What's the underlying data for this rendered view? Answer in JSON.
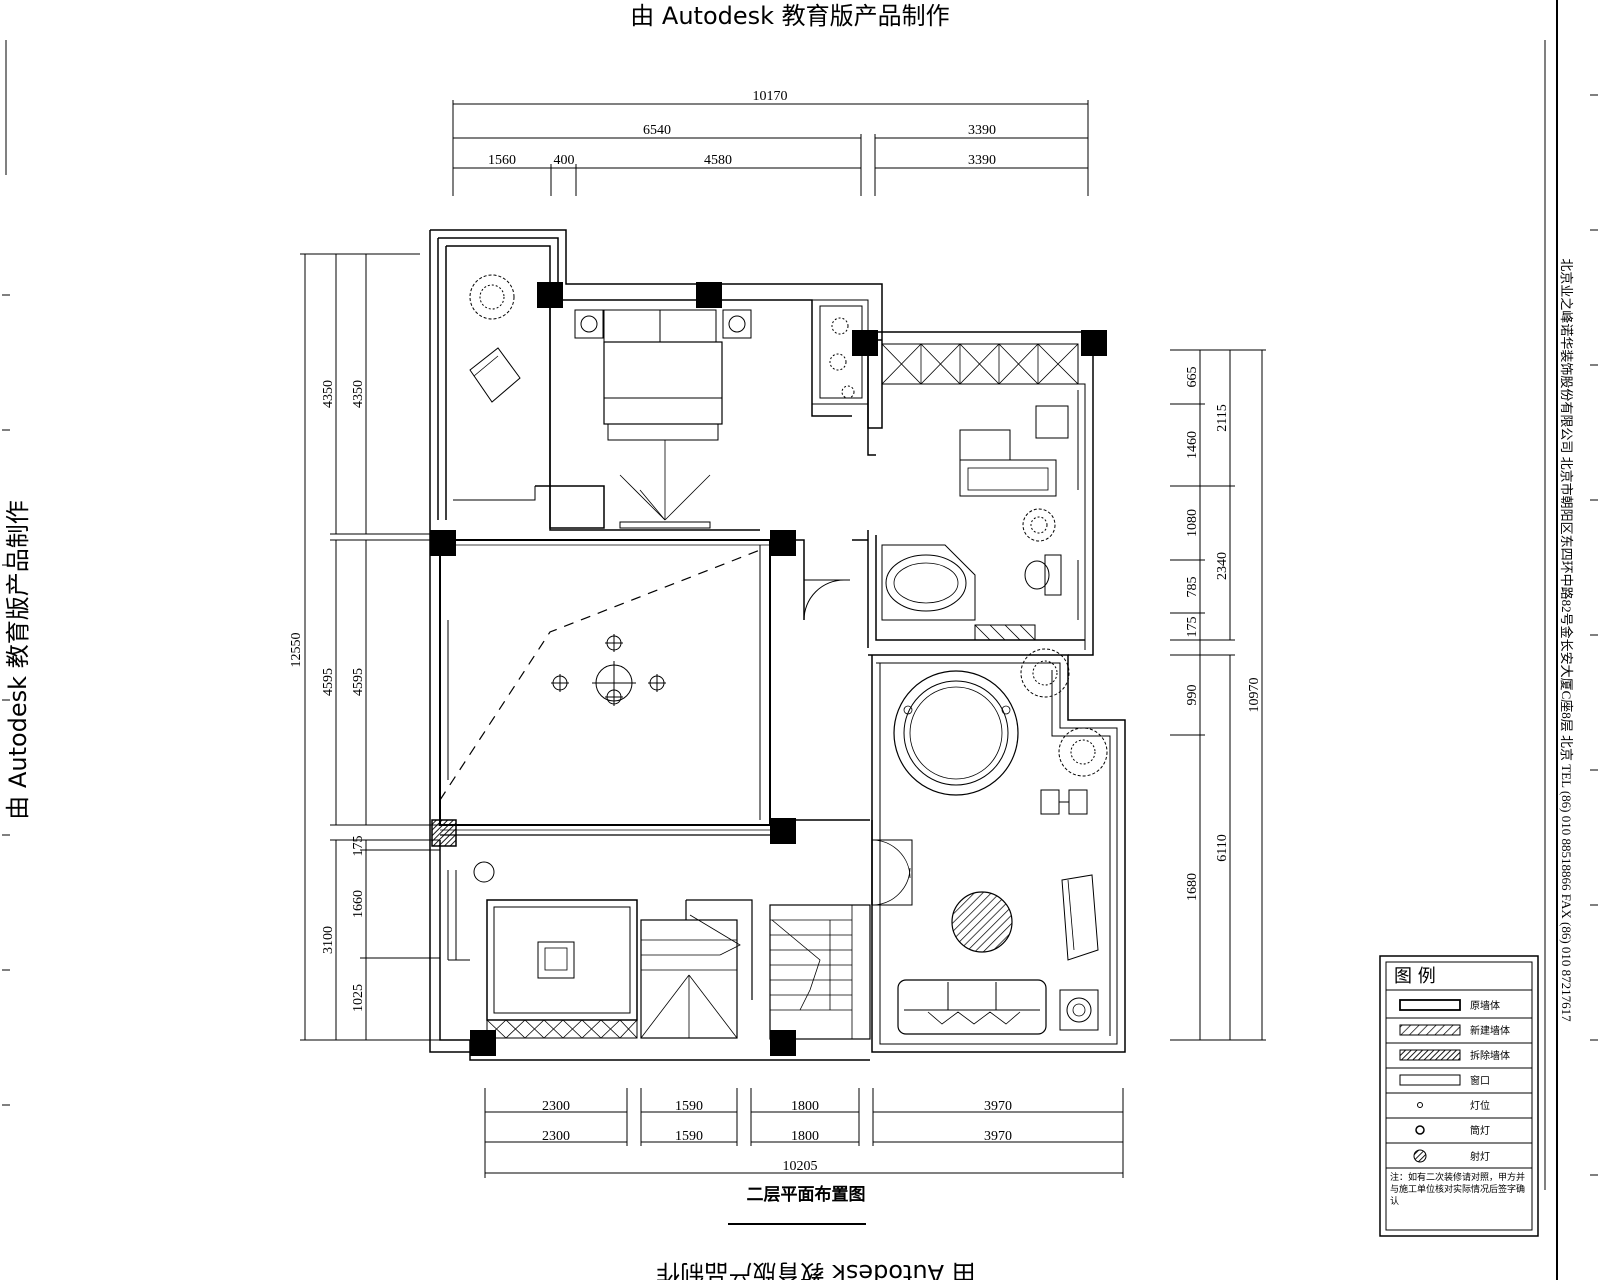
{
  "watermark": {
    "top": "由 Autodesk 教育版产品制作",
    "bottom": "由 Autodesk 教育版产品制作",
    "left": "由 Autodesk 教育版产品制作"
  },
  "drawing_title": "二层平面布置图",
  "dims": {
    "top": {
      "total": "10170",
      "a": "6540",
      "b": "3390",
      "c1": "1560",
      "c2": "400",
      "c3": "4580",
      "c4": "3390"
    },
    "bottom": {
      "d1": "2300",
      "d2": "1590",
      "d3": "1800",
      "d4": "3970",
      "total": "10205"
    },
    "left": {
      "total": "12550",
      "a1": "4350",
      "a2": "4350",
      "b1": "4595",
      "b2": "4595",
      "c1": "3100",
      "c2": "175",
      "c3": "1660",
      "c4": "1025"
    },
    "right": {
      "r1": "665",
      "r2": "1460",
      "r3": "2115",
      "r4": "1080",
      "r5": "785",
      "r6": "175",
      "r7": "2340",
      "r8": "990",
      "r9": "1680",
      "r10": "6110",
      "total": "10970"
    }
  },
  "legend": {
    "title": "图  例",
    "items": [
      "原墙体",
      "新建墙体",
      "拆除墙体",
      "窗口",
      "灯位",
      "筒灯",
      "射灯"
    ],
    "note": "注：如有二次装修请对照，甲方并与施工单位核对实际情况后签字确认"
  },
  "side_info": "北京业之峰诺华装饰股份有限公司 北京市朝阳区东四环中路82号金长安大厦C座8层 北京 TEL (86) 010 88518866 FAX (86) 010 87217617"
}
